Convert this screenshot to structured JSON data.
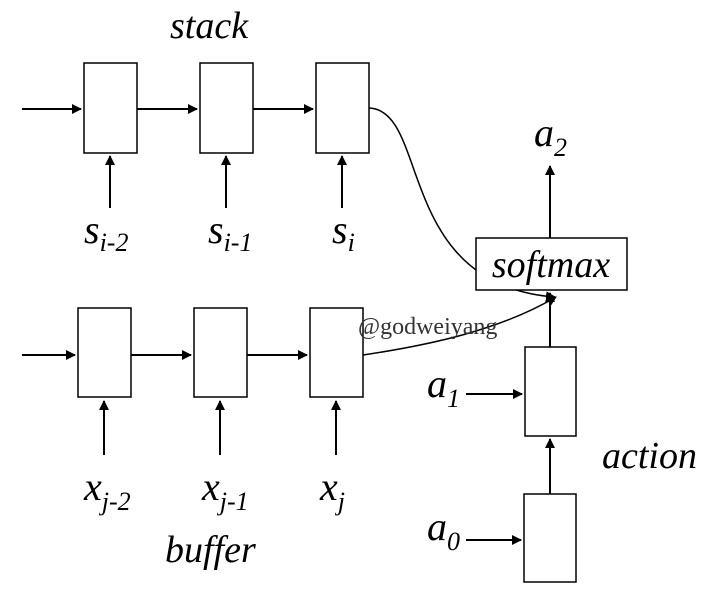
{
  "labels": {
    "stack": "stack",
    "buffer": "buffer",
    "action": "action",
    "softmax": "softmax",
    "watermark": "@godweiyang"
  },
  "stack_inputs": [
    {
      "base": "s",
      "sub": "i-2"
    },
    {
      "base": "s",
      "sub": "i-1"
    },
    {
      "base": "s",
      "sub": "i"
    }
  ],
  "buffer_inputs": [
    {
      "base": "x",
      "sub": "j-2"
    },
    {
      "base": "x",
      "sub": "j-1"
    },
    {
      "base": "x",
      "sub": "j"
    }
  ],
  "action_inputs": [
    {
      "base": "a",
      "sub": "0"
    },
    {
      "base": "a",
      "sub": "1"
    }
  ],
  "output": {
    "base": "a",
    "sub": "2"
  }
}
